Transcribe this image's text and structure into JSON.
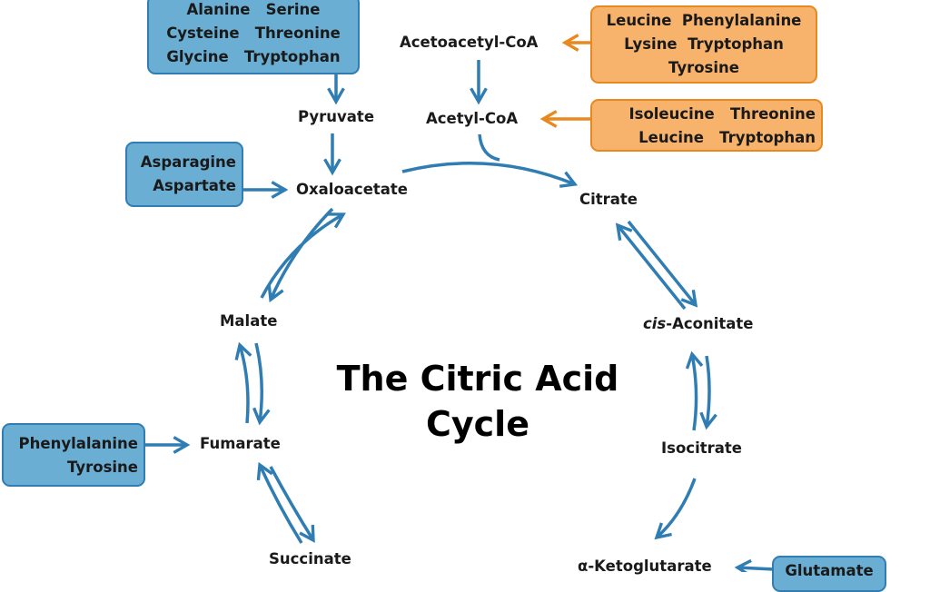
{
  "title": {
    "line1": "The Citric Acid",
    "line2": "Cycle"
  },
  "intermediates": {
    "pyruvate": "Pyruvate",
    "oxaloacetate": "Oxaloacetate",
    "acetoacetyl_coa": "Acetoacetyl-CoA",
    "acetyl_coa": "Acetyl-CoA",
    "citrate": "Citrate",
    "cis_aconitate_prefix": "cis",
    "cis_aconitate_suffix": "-Aconitate",
    "isocitrate": "Isocitrate",
    "alpha_ketoglutarate": "α-Ketoglutarate",
    "succinate": "Succinate",
    "fumarate": "Fumarate",
    "malate": "Malate"
  },
  "amino_acid_boxes": {
    "to_pyruvate": {
      "rows": [
        "Alanine   Serine",
        "Cysteine   Threonine",
        "Glycine   Tryptophan"
      ],
      "color": "blue"
    },
    "to_oxaloacetate": {
      "rows": [
        "Asparagine",
        "Aspartate"
      ],
      "color": "blue"
    },
    "to_acetoacetyl_coa": {
      "rows": [
        "Leucine  Phenylalanine",
        "Lysine  Tryptophan",
        "Tyrosine"
      ],
      "color": "orange"
    },
    "to_acetyl_coa": {
      "rows": [
        "Isoleucine   Threonine",
        "Leucine   Tryptophan"
      ],
      "color": "orange"
    },
    "to_fumarate": {
      "rows": [
        "Phenylalanine",
        "Tyrosine"
      ],
      "color": "blue"
    },
    "to_alpha_ketoglutarate": {
      "rows": [
        "Glutamate"
      ],
      "color": "blue"
    }
  },
  "colors": {
    "blue_arrow": "#2f7db3",
    "orange_arrow": "#e8891f",
    "blue_fill": "#6aaed3",
    "orange_fill": "#f7b26b"
  }
}
